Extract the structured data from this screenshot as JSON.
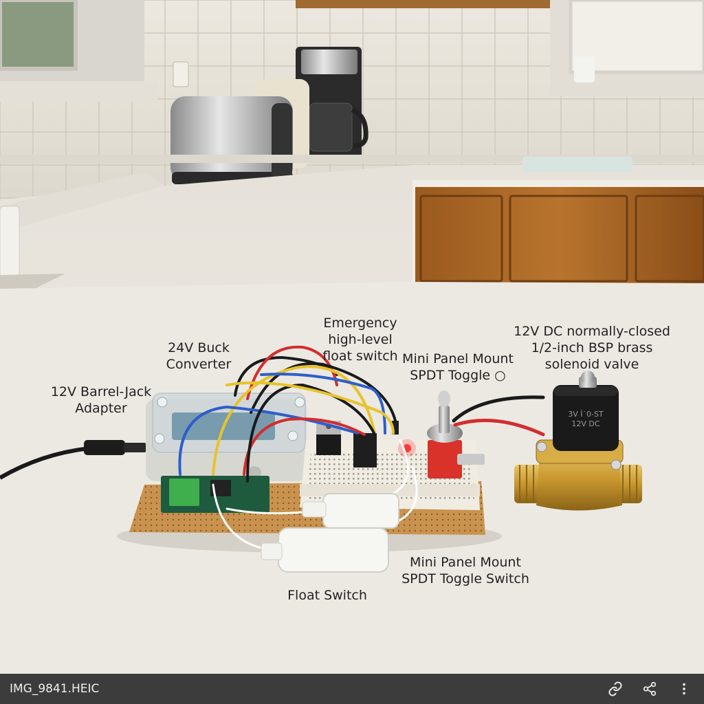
{
  "labels": {
    "barrel_jack": "12V Barrel-Jack\nAdapter",
    "buck_converter": "24V Buck\nConverter",
    "emergency_float": "Emergency\nhigh-level\nfloat switch",
    "toggle_top": "Mini Panel Mount\nSPDT Toggle ○",
    "solenoid_valve": "12V DC normally-closed\n1/2-inch BSP brass\nsolenoid valve",
    "toggle_bottom": "Mini Panel Mount\nSPDT Toggle Switch",
    "float_switch": "Float Switch"
  },
  "valve_marking": [
    "3V İ˙0-ST",
    "12V DC"
  ],
  "viewer": {
    "file_name": "IMG_9841.HEIC",
    "icons": [
      "link-icon",
      "share-icon",
      "more-vert-icon"
    ]
  }
}
